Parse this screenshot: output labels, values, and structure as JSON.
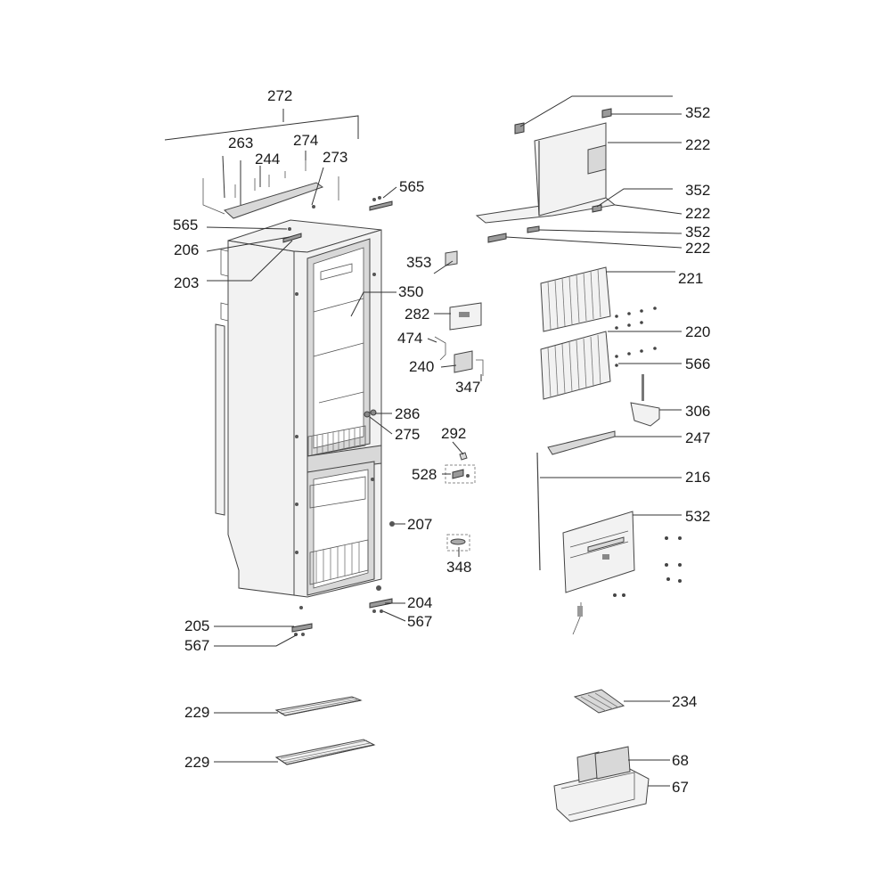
{
  "labels": {
    "l272": "272",
    "l263": "263",
    "l244": "244",
    "l274": "274",
    "l273": "273",
    "l565a": "565",
    "l565b": "565",
    "l206": "206",
    "l203": "203",
    "l353": "353",
    "l350": "350",
    "l282": "282",
    "l474": "474",
    "l240": "240",
    "l347": "347",
    "l286": "286",
    "l275": "275",
    "l292": "292",
    "l528": "528",
    "l207": "207",
    "l348": "348",
    "l204": "204",
    "l567a": "567",
    "l205": "205",
    "l567b": "567",
    "l229a": "229",
    "l229b": "229",
    "l352a": "352",
    "l222a": "222",
    "l352b": "352",
    "l222b": "222",
    "l352c": "352",
    "l222c": "222",
    "l221": "221",
    "l220": "220",
    "l566": "566",
    "l306": "306",
    "l247": "247",
    "l216": "216",
    "l532": "532",
    "l234": "234",
    "l68": "68",
    "l67": "67"
  }
}
